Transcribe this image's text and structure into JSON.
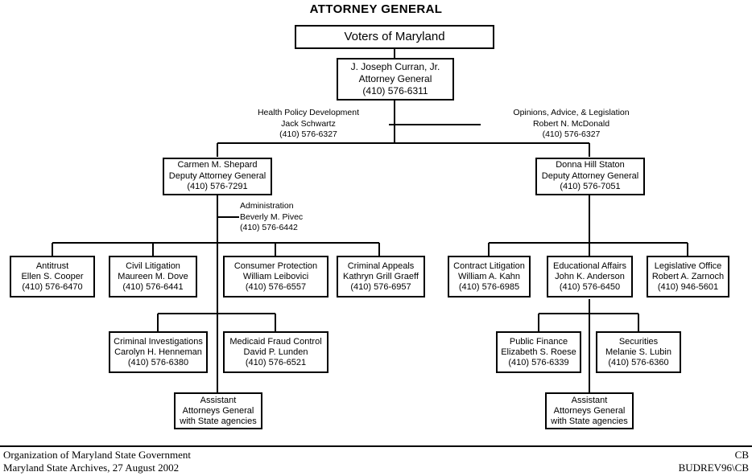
{
  "chart_data": {
    "type": "diagram",
    "title": "ATTORNEY GENERAL",
    "nodes": [
      {
        "id": "voters",
        "lines": [
          "Voters of Maryland"
        ]
      },
      {
        "id": "attorney_general",
        "lines": [
          "J. Joseph Curran, Jr.",
          "Attorney General",
          "(410) 576-6311"
        ]
      },
      {
        "id": "deputy_shepard",
        "lines": [
          "Carmen M. Shepard",
          "Deputy Attorney General",
          "(410) 576-7291"
        ]
      },
      {
        "id": "deputy_staton",
        "lines": [
          "Donna Hill Staton",
          "Deputy Attorney General",
          "(410) 576-7051"
        ]
      },
      {
        "id": "antitrust",
        "lines": [
          "Antitrust",
          "Ellen S. Cooper",
          "(410) 576-6470"
        ]
      },
      {
        "id": "civil_litigation",
        "lines": [
          "Civil Litigation",
          "Maureen M. Dove",
          "(410) 576-6441"
        ]
      },
      {
        "id": "consumer_protection",
        "lines": [
          "Consumer Protection",
          "William Leibovici",
          "(410) 576-6557"
        ]
      },
      {
        "id": "criminal_appeals",
        "lines": [
          "Criminal Appeals",
          "Kathryn Grill Graeff",
          "(410) 576-6957"
        ]
      },
      {
        "id": "contract_litigation",
        "lines": [
          "Contract Litigation",
          "William A. Kahn",
          "(410) 576-6985"
        ]
      },
      {
        "id": "educational_affairs",
        "lines": [
          "Educational Affairs",
          "John K. Anderson",
          "(410) 576-6450"
        ]
      },
      {
        "id": "legislative_office",
        "lines": [
          "Legislative Office",
          "Robert A. Zarnoch",
          "(410) 946-5601"
        ]
      },
      {
        "id": "criminal_investigations",
        "lines": [
          "Criminal Investigations",
          "Carolyn H. Henneman",
          "(410) 576-6380"
        ]
      },
      {
        "id": "medicaid_fraud",
        "lines": [
          "Medicaid Fraud Control",
          "David P. Lunden",
          "(410) 576-6521"
        ]
      },
      {
        "id": "public_finance",
        "lines": [
          "Public Finance",
          "Elizabeth S. Roese",
          "(410) 576-6339"
        ]
      },
      {
        "id": "securities",
        "lines": [
          "Securities",
          "Melanie S. Lubin",
          "(410) 576-6360"
        ]
      },
      {
        "id": "assistant_left",
        "lines": [
          "Assistant",
          "Attorneys General",
          "with State agencies"
        ]
      },
      {
        "id": "assistant_right",
        "lines": [
          "Assistant",
          "Attorneys General",
          "with State agencies"
        ]
      }
    ],
    "side_notes": [
      {
        "id": "health_policy",
        "lines": [
          "Health Policy Development",
          "Jack Schwartz",
          "(410) 576-6327"
        ]
      },
      {
        "id": "opinions_advice",
        "lines": [
          "Opinions, Advice, & Legislation",
          "Robert N. McDonald",
          "(410) 576-6327"
        ]
      },
      {
        "id": "administration",
        "lines": [
          "Administration",
          "Beverly M. Pivec",
          "(410) 576-6442"
        ]
      }
    ]
  },
  "title": "ATTORNEY GENERAL",
  "boxes": {
    "voters": {
      "l0": "Voters of Maryland"
    },
    "attorney_general": {
      "l0": "J. Joseph Curran, Jr.",
      "l1": "Attorney General",
      "l2": "(410) 576-6311"
    },
    "deputy_shepard": {
      "l0": "Carmen M. Shepard",
      "l1": "Deputy Attorney General",
      "l2": "(410) 576-7291"
    },
    "deputy_staton": {
      "l0": "Donna Hill Staton",
      "l1": "Deputy Attorney General",
      "l2": "(410) 576-7051"
    },
    "antitrust": {
      "l0": "Antitrust",
      "l1": "Ellen S. Cooper",
      "l2": "(410) 576-6470"
    },
    "civil_litigation": {
      "l0": "Civil Litigation",
      "l1": "Maureen M. Dove",
      "l2": "(410) 576-6441"
    },
    "consumer_protection": {
      "l0": "Consumer Protection",
      "l1": "William Leibovici",
      "l2": "(410) 576-6557"
    },
    "criminal_appeals": {
      "l0": "Criminal Appeals",
      "l1": "Kathryn Grill Graeff",
      "l2": "(410) 576-6957"
    },
    "contract_litigation": {
      "l0": "Contract Litigation",
      "l1": "William A. Kahn",
      "l2": "(410) 576-6985"
    },
    "educational_affairs": {
      "l0": "Educational Affairs",
      "l1": "John K. Anderson",
      "l2": "(410) 576-6450"
    },
    "legislative_office": {
      "l0": "Legislative Office",
      "l1": "Robert A. Zarnoch",
      "l2": "(410) 946-5601"
    },
    "criminal_investigations": {
      "l0": "Criminal Investigations",
      "l1": "Carolyn H. Henneman",
      "l2": "(410) 576-6380"
    },
    "medicaid_fraud": {
      "l0": "Medicaid Fraud Control",
      "l1": "David P. Lunden",
      "l2": "(410) 576-6521"
    },
    "public_finance": {
      "l0": "Public Finance",
      "l1": "Elizabeth S. Roese",
      "l2": "(410) 576-6339"
    },
    "securities": {
      "l0": "Securities",
      "l1": "Melanie S. Lubin",
      "l2": "(410) 576-6360"
    },
    "assistant_left": {
      "l0": "Assistant",
      "l1": "Attorneys General",
      "l2": "with State agencies"
    },
    "assistant_right": {
      "l0": "Assistant",
      "l1": "Attorneys General",
      "l2": "with State agencies"
    }
  },
  "notes": {
    "health_policy": {
      "l0": "Health Policy Development",
      "l1": "Jack Schwartz",
      "l2": "(410) 576-6327"
    },
    "opinions_advice": {
      "l0": "Opinions, Advice, & Legislation",
      "l1": "Robert N. McDonald",
      "l2": "(410) 576-6327"
    },
    "administration": {
      "l0": "Administration",
      "l1": "Beverly M. Pivec",
      "l2": "(410) 576-6442"
    }
  },
  "footer": {
    "left_line1": "Organization of Maryland State Government",
    "left_line2": "Maryland State Archives, 27 August 2002",
    "right_line1": "CB",
    "right_line2": "BUDREV96\\CB"
  },
  "colors": {
    "ink": "#000000",
    "paper": "#ffffff"
  }
}
